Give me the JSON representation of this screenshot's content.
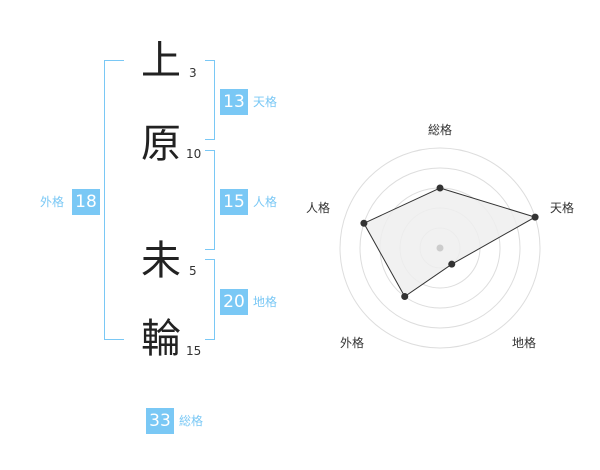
{
  "name": {
    "chars": [
      "上",
      "原",
      "未",
      "輪"
    ],
    "strokes": [
      "3",
      "10",
      "5",
      "15"
    ]
  },
  "fortunes": {
    "tenkaku": {
      "value": "13",
      "label": "天格"
    },
    "jinkaku": {
      "value": "15",
      "label": "人格"
    },
    "chikaku": {
      "value": "20",
      "label": "地格"
    },
    "gaikaku": {
      "value": "18",
      "label": "外格"
    },
    "soukaku": {
      "value": "33",
      "label": "総格"
    }
  },
  "colors": {
    "accent": "#7ac8f5",
    "fill": "#eeeeee",
    "ring": "#dddddd",
    "line": "#333333"
  },
  "chart_data": {
    "type": "radar",
    "axes": [
      "総格",
      "天格",
      "地格",
      "外格",
      "人格"
    ],
    "values": [
      3,
      5,
      1,
      3,
      4
    ],
    "rmax": 5
  }
}
